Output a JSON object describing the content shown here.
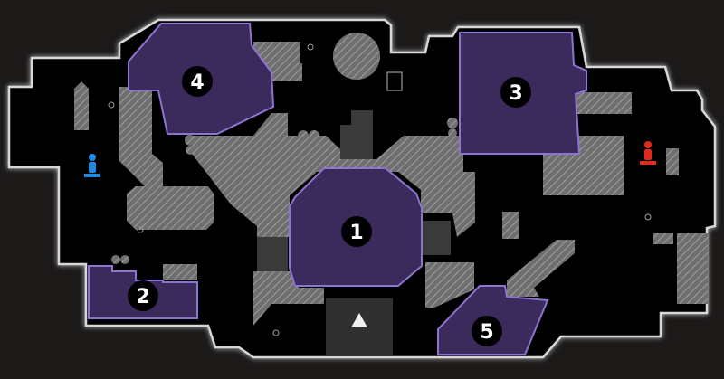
{
  "map": {
    "colors": {
      "background": "#1c1a19",
      "floor": "#020202",
      "outline": "#d8d8d8",
      "zone_fill": "#3b2a5c",
      "zone_stroke": "#8c74d0",
      "obstacle_fill": "#6f6f6f",
      "obstacle_hatch": "#9c9c9c",
      "badge_fill": "#000000",
      "badge_text": "#ffffff",
      "spawn_blue": "#1f8ae0",
      "spawn_red": "#e02a1f",
      "ramp_fill": "#303030"
    },
    "zones": [
      {
        "id": "1",
        "label": "1"
      },
      {
        "id": "2",
        "label": "2"
      },
      {
        "id": "3",
        "label": "3"
      },
      {
        "id": "4",
        "label": "4"
      },
      {
        "id": "5",
        "label": "5"
      }
    ],
    "spawns": [
      {
        "team": "blue",
        "icon": "player-spawn-icon"
      },
      {
        "team": "red",
        "icon": "player-spawn-icon"
      }
    ]
  }
}
